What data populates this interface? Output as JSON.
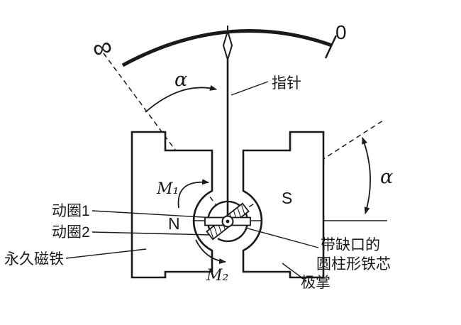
{
  "colors": {
    "ink": "#1a1a1a",
    "background": "#ffffff"
  },
  "labels": {
    "infinity": "∞",
    "zero": "0",
    "alpha_left": "α",
    "alpha_right": "α",
    "pointer": "指针",
    "m1": "M₁",
    "m2": "M₂",
    "n_pole": "N",
    "s_pole": "S",
    "coil1": "动圈1",
    "coil2": "动圈2",
    "permanent_magnet": "永久磁铁",
    "core_line1": "带缺口的",
    "core_line2": "圆柱形铁芯",
    "pole_shoe": "极掌"
  }
}
